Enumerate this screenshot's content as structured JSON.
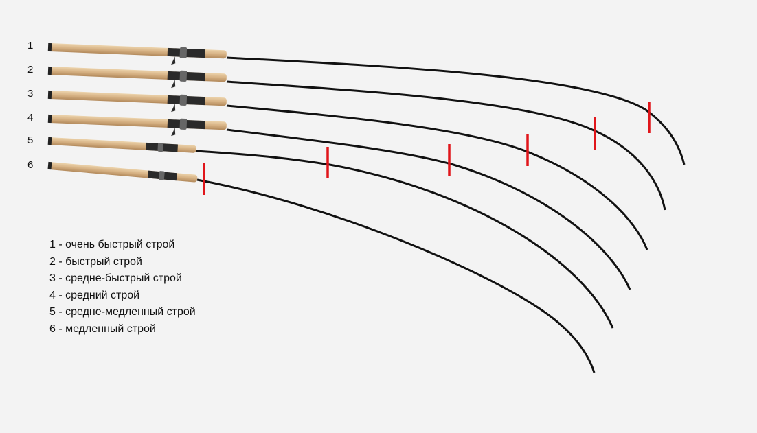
{
  "rods": [
    {
      "number": "1"
    },
    {
      "number": "2"
    },
    {
      "number": "3"
    },
    {
      "number": "4"
    },
    {
      "number": "5"
    },
    {
      "number": "6"
    }
  ],
  "legend": [
    "1 - очень быстрый строй",
    "2 - быстрый строй",
    "3 - средне-быстрый строй",
    "4 - средний строй",
    "5 - средне-медленный строй",
    "6 - медленный строй"
  ],
  "colors": {
    "background": "#f3f3f3",
    "blank": "#111111",
    "cork": "#d9b88a",
    "reel_seat": "#2a2a2a",
    "marker": "#e0151a"
  }
}
